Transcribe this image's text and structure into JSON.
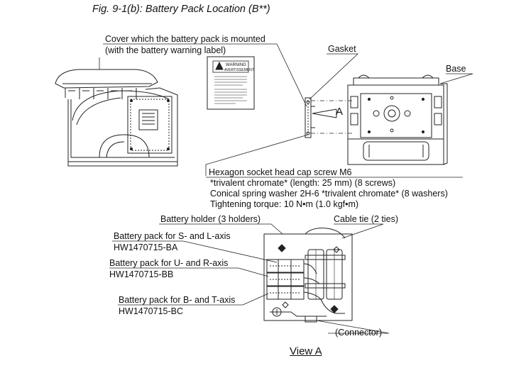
{
  "figure": {
    "title": "Fig. 9-1(b): Battery Pack Location (B**)"
  },
  "callouts": {
    "cover_line1": "Cover which the battery pack is mounted",
    "cover_line2": "(with the battery warning label)",
    "gasket": "Gasket",
    "base": "Base",
    "arrow_view": "A",
    "screw_line1": "Hexagon socket head cap screw M6",
    "screw_line2": "*trivalent chromate* (length: 25 mm) (8 screws)",
    "washer_line": "Conical spring washer 2H-6 *trivalent chromate* (8 washers)",
    "torque_line": "Tightening torque: 10 N•m (1.0 kgf•m)"
  },
  "warning_label": {
    "heading1": "WARNING",
    "heading2": "AVERTISSEMENT"
  },
  "view_a": {
    "battery_holder": "Battery holder (3 holders)",
    "cable_tie": "Cable tie (2 ties)",
    "pack_sl": "Battery pack for S- and L-axis",
    "pack_sl_part": "HW1470715-BA",
    "pack_ur": "Battery pack for U- and R-axis",
    "pack_ur_part": "HW1470715-BB",
    "pack_bt": "Battery pack for B- and T-axis",
    "pack_bt_part": "HW1470715-BC",
    "connector": "(Connector)",
    "view_label": "View A"
  }
}
